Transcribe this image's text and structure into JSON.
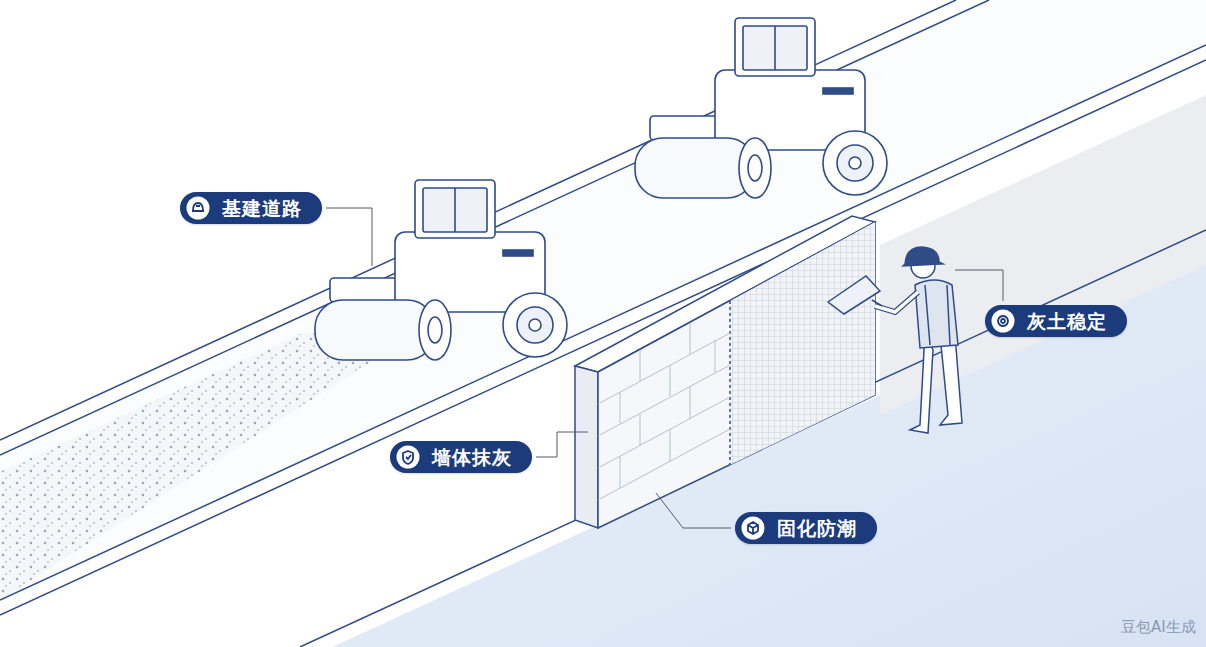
{
  "diagram": {
    "nodes": [
      {
        "text": [
          "基建道路"
        ]
      },
      {
        "text": [
          "灰土稳定"
        ]
      },
      {
        "text": [
          "墙体抹灰"
        ]
      },
      {
        "text": [
          "固化防潮"
        ]
      }
    ],
    "labels": [
      "豆包AI生成"
    ]
  }
}
